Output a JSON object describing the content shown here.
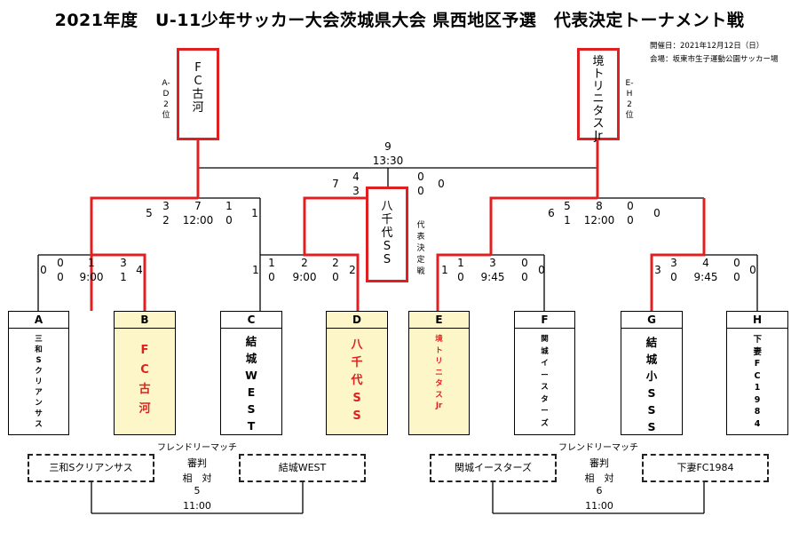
{
  "title": "2021年度　U-11少年サッカー大会茨城県大会 県西地区予選　代表決定トーナメント戦",
  "info": {
    "date": "開催日：2021年12月12日（日）",
    "venue": "会場：坂東市生子運動公園サッカー場"
  },
  "seeds": {
    "left": {
      "label": "A-D2位",
      "name": "FC古河"
    },
    "right": {
      "label": "E-H2位",
      "name": "境トリニタスJr"
    }
  },
  "final": {
    "name": "八千代SS",
    "note": "代表決定戦",
    "match_no": "9",
    "time": "13:30",
    "left_top": "4",
    "left_bottom": "3",
    "left_outer": "7",
    "right_top": "0",
    "right_bottom": "0",
    "right_outer": "0"
  },
  "semis": [
    {
      "match_no": "7",
      "time": "12:00",
      "left_outer": "5",
      "left_top": "3",
      "left_bottom": "2",
      "right_top": "1",
      "right_bottom": "0",
      "right_outer": "1"
    },
    {
      "match_no": "8",
      "time": "12:00",
      "left_outer": "6",
      "left_top": "5",
      "left_bottom": "1",
      "right_top": "0",
      "right_bottom": "0",
      "right_outer": "0"
    }
  ],
  "quarters": [
    {
      "match_no": "1",
      "time": "9:00",
      "left_outer": "0",
      "left_top": "0",
      "left_bottom": "0",
      "right_top": "3",
      "right_bottom": "1",
      "right_outer": "4"
    },
    {
      "match_no": "2",
      "time": "9:00",
      "left_outer": "1",
      "left_top": "1",
      "left_bottom": "0",
      "right_top": "2",
      "right_bottom": "0",
      "right_outer": "2"
    },
    {
      "match_no": "3",
      "time": "9:45",
      "left_outer": "1",
      "left_top": "1",
      "left_bottom": "0",
      "right_top": "0",
      "right_bottom": "0",
      "right_outer": "0"
    },
    {
      "match_no": "4",
      "time": "9:45",
      "left_outer": "3",
      "left_top": "3",
      "left_bottom": "0",
      "right_top": "0",
      "right_bottom": "0",
      "right_outer": "0"
    }
  ],
  "teams": [
    {
      "letter": "A",
      "name": "三和Sクリアンサス",
      "winner": false
    },
    {
      "letter": "B",
      "name": "FC古河",
      "winner": true
    },
    {
      "letter": "C",
      "name": "結城WEST",
      "winner": false
    },
    {
      "letter": "D",
      "name": "八千代SS",
      "winner": true
    },
    {
      "letter": "E",
      "name": "境トリニタスJr",
      "winner": true
    },
    {
      "letter": "F",
      "name": "関城イースターズ",
      "winner": false
    },
    {
      "letter": "G",
      "name": "結城小SSS",
      "winner": false
    },
    {
      "letter": "H",
      "name": "下妻FC1984",
      "winner": false
    }
  ],
  "friendly": [
    {
      "heading": "フレンドリーマッチ",
      "left": "三和Sクリアンサス",
      "right": "結城WEST",
      "referee": "審判",
      "ref_label": "相　対",
      "match_no": "5",
      "time": "11:00"
    },
    {
      "heading": "フレンドリーマッチ",
      "left": "関城イースターズ",
      "right": "下妻FC1984",
      "referee": "審判",
      "ref_label": "相　対",
      "match_no": "6",
      "time": "11:00"
    }
  ],
  "colors": {
    "winner_line": "#e02020",
    "line": "#000000",
    "winner_fill": "#fdf6c8",
    "winner_text": "#e02020"
  }
}
